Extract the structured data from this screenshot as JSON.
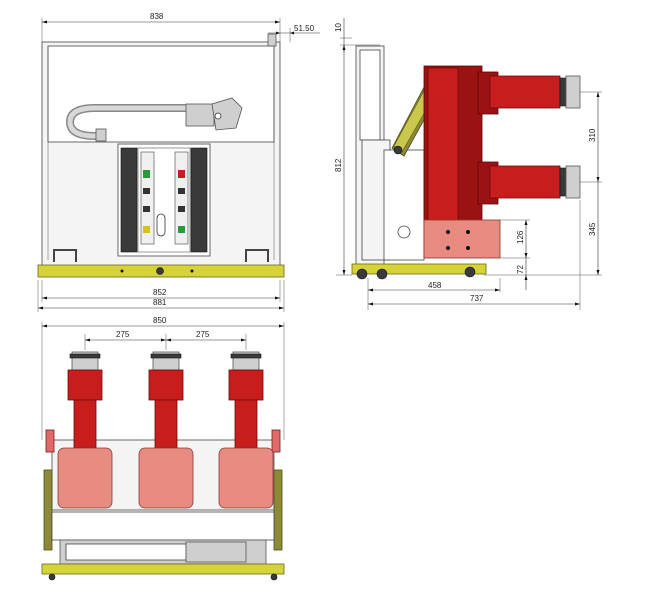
{
  "drawing": {
    "front_view": {
      "width_top": "838",
      "offset_right": "51.50",
      "base_width_inner": "852",
      "base_width_outer": "881"
    },
    "side_view": {
      "top_gap": "10",
      "height": "812",
      "upper_spacing": "310",
      "lower_spacing": "345",
      "box_height": "126",
      "base_height": "72",
      "depth_inner": "458",
      "depth_total": "737"
    },
    "top_view": {
      "total_width": "850",
      "pole_spacing_left": "275",
      "pole_spacing_right": "275"
    }
  },
  "colors": {
    "insulator_red": "#c81d1d",
    "chassis_yellow": "#d6d23a",
    "frame_grey": "#f4f4f4"
  }
}
